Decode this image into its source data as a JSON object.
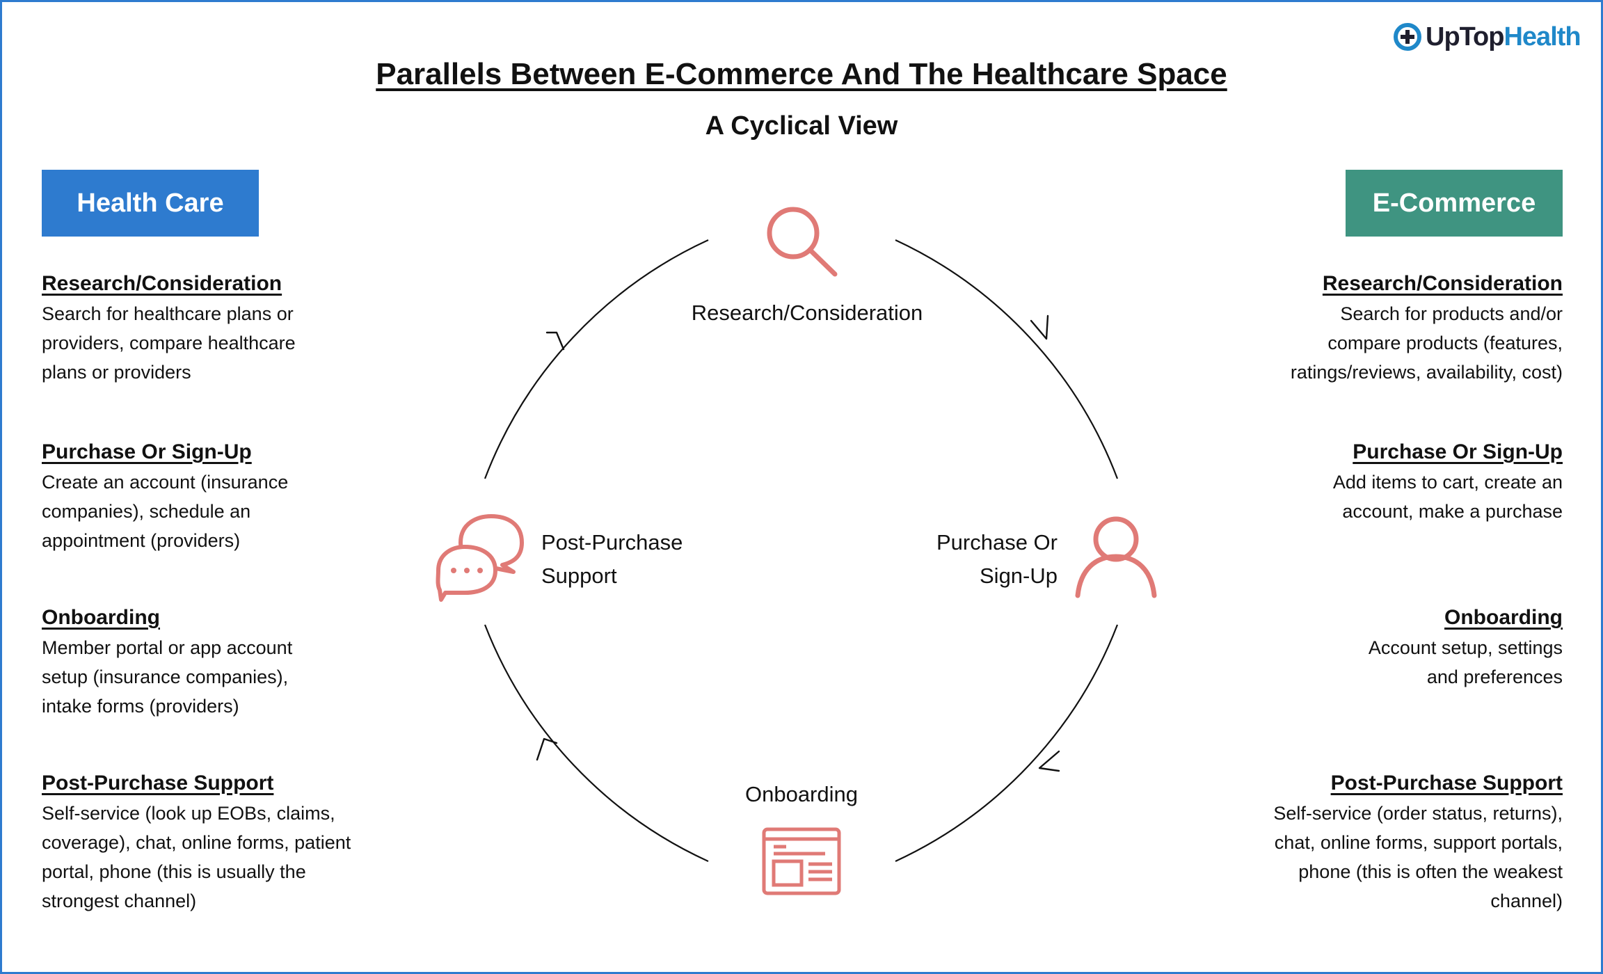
{
  "brand": {
    "logo_text_a": "UpTop",
    "logo_text_b": "Health",
    "border_color": "#2e7bcf",
    "logo_color": "#1f88c9"
  },
  "title": "Parallels Between E-Commerce And The Healthcare Space",
  "subtitle": "A Cyclical View",
  "colors": {
    "health_care": "#2e7bcf",
    "ecommerce": "#3f9481",
    "icon": "#e07a76",
    "line": "#111111"
  },
  "health_care": {
    "header": "Health Care",
    "sections": [
      {
        "title": "Research/Consideration",
        "body": "Search for healthcare plans or\nproviders, compare healthcare\nplans or providers"
      },
      {
        "title": "Purchase Or Sign-Up",
        "body": "Create an account (insurance\ncompanies), schedule an\nappointment (providers)"
      },
      {
        "title": "Onboarding",
        "body": "Member portal or app account\nsetup (insurance companies),\nintake forms (providers)"
      },
      {
        "title": "Post-Purchase Support",
        "body": "Self-service (look up EOBs, claims,\ncoverage), chat, online forms, patient\nportal, phone (this is usually the\nstrongest channel)"
      }
    ]
  },
  "ecommerce": {
    "header": "E-Commerce",
    "sections": [
      {
        "title": "Research/Consideration",
        "body": "Search for products and/or\ncompare products (features,\nratings/reviews, availability, cost)"
      },
      {
        "title": "Purchase Or Sign-Up",
        "body": "Add items to cart, create an\naccount, make a purchase"
      },
      {
        "title": "Onboarding",
        "body": "Account setup, settings\nand preferences"
      },
      {
        "title": "Post-Purchase Support",
        "body": "Self-service (order status, returns),\nchat, online forms, support portals,\nphone (this is often the weakest\nchannel)"
      }
    ]
  },
  "cycle": {
    "stages": [
      {
        "label": "Research/Consideration",
        "icon": "magnifier-icon"
      },
      {
        "label": "Purchase Or\nSign-Up",
        "icon": "user-icon"
      },
      {
        "label": "Onboarding",
        "icon": "web-page-icon"
      },
      {
        "label": "Post-Purchase\nSupport",
        "icon": "chat-bubbles-icon"
      }
    ],
    "direction": "clockwise"
  }
}
